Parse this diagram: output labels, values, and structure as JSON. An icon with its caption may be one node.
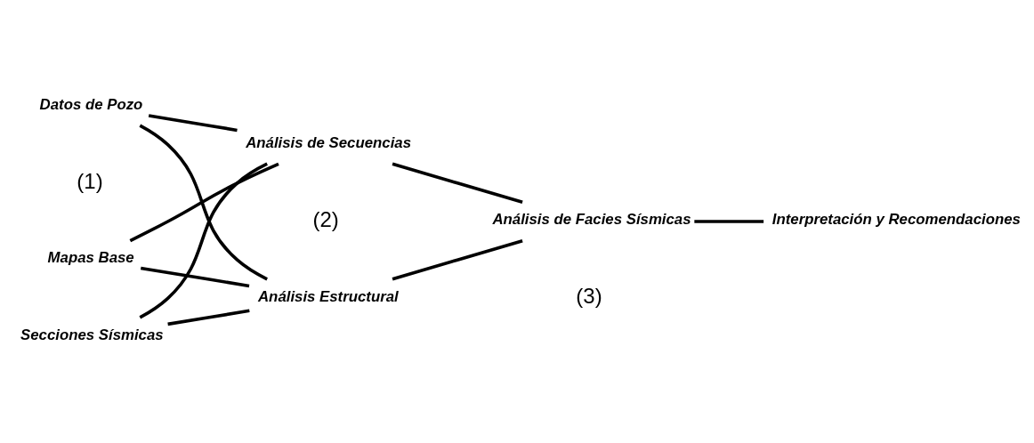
{
  "diagram": {
    "nodes": [
      {
        "text": [
          "Mapas Base"
        ]
      },
      {
        "text": [
          "Secciones Sísmicas"
        ]
      },
      {
        "text": [
          "Datos de Pozo"
        ]
      },
      {
        "text": [
          "Análisis Estructural"
        ]
      },
      {
        "text": [
          "Análisis de Secuencias"
        ]
      },
      {
        "text": [
          "Análisis de Facies Sísmicas"
        ]
      },
      {
        "text": [
          "Interpretación y Recomendaciones"
        ]
      }
    ],
    "edges": [
      {
        "from": 0,
        "to": 3,
        "arrow": "none"
      },
      {
        "from": 0,
        "to": 4,
        "arrow": "none"
      },
      {
        "from": 1,
        "to": 3,
        "arrow": "none"
      },
      {
        "from": 1,
        "to": 4,
        "arrow": "none"
      },
      {
        "from": 2,
        "to": 3,
        "arrow": "none"
      },
      {
        "from": 2,
        "to": 4,
        "arrow": "none"
      },
      {
        "from": 3,
        "to": 5,
        "arrow": "none"
      },
      {
        "from": 4,
        "to": 5,
        "arrow": "none"
      },
      {
        "from": 5,
        "to": 6,
        "arrow": "none"
      }
    ],
    "labels": [
      "(1)",
      "(2)",
      "(3)"
    ]
  }
}
